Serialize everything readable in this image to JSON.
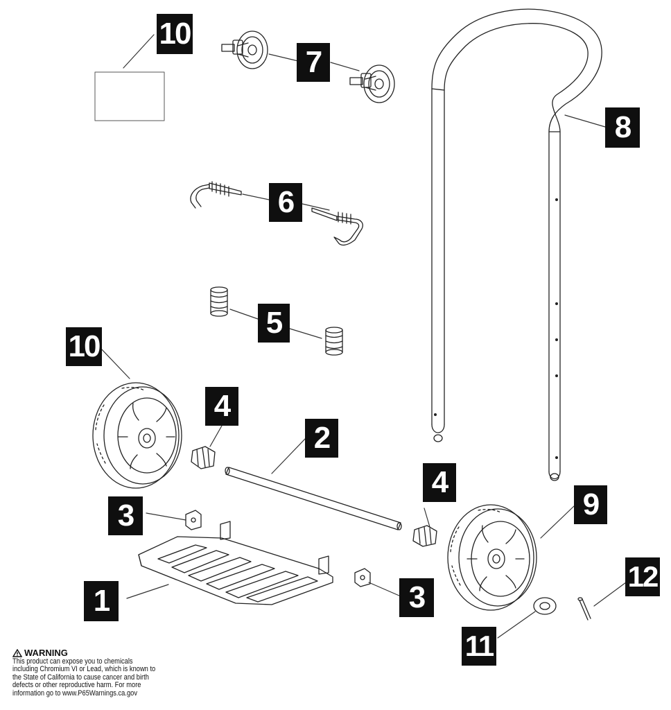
{
  "labels": {
    "p10_top": "10",
    "p7": "7",
    "p8": "8",
    "p6": "6",
    "p5": "5",
    "p10_wheel": "10",
    "p4_left": "4",
    "p2": "2",
    "p4_right": "4",
    "p9": "9",
    "p3_left": "3",
    "p1": "1",
    "p3_right": "3",
    "p12": "12",
    "p11": "11"
  },
  "warning": {
    "icon": "warning-triangle-icon",
    "title": "WARNING",
    "lines": [
      "This product can expose you to chemicals",
      "including Chromium VI or Lead, which is known to",
      "the State of California to cause cancer and birth",
      "defects or other reproductive harm.  For more",
      "information go to www.P65Warnings.ca.gov"
    ]
  },
  "colors": {
    "label_bg": "#0f0f0f",
    "label_text": "#ffffff",
    "line": "#222222"
  }
}
